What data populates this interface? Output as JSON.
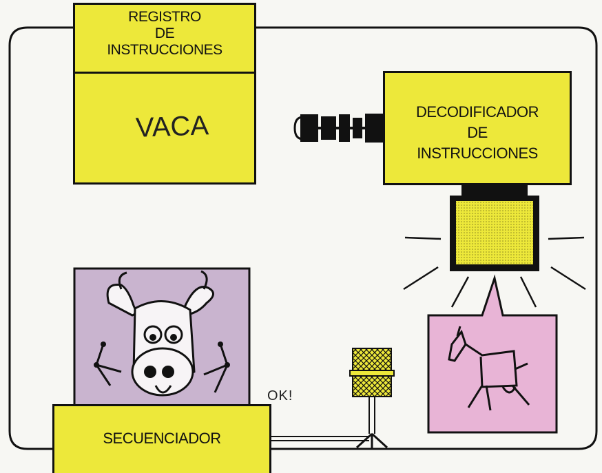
{
  "registro": {
    "line1": "REGISTRO",
    "line2": "DE",
    "line3": "INSTRUCCIONES"
  },
  "note": {
    "text": "VACA"
  },
  "decodificador": {
    "line1": "DECODIFICADOR",
    "line2": "DE",
    "line3": "INSTRUCCIONES"
  },
  "secuenciador": {
    "label": "SECUENCIADOR"
  },
  "speech": {
    "text": "OK!"
  },
  "colors": {
    "yellow": "#ede83a",
    "pink": "#e8b4d6",
    "lilac": "#c9b4cf",
    "line": "#111111",
    "background": "#f7f7f3"
  }
}
